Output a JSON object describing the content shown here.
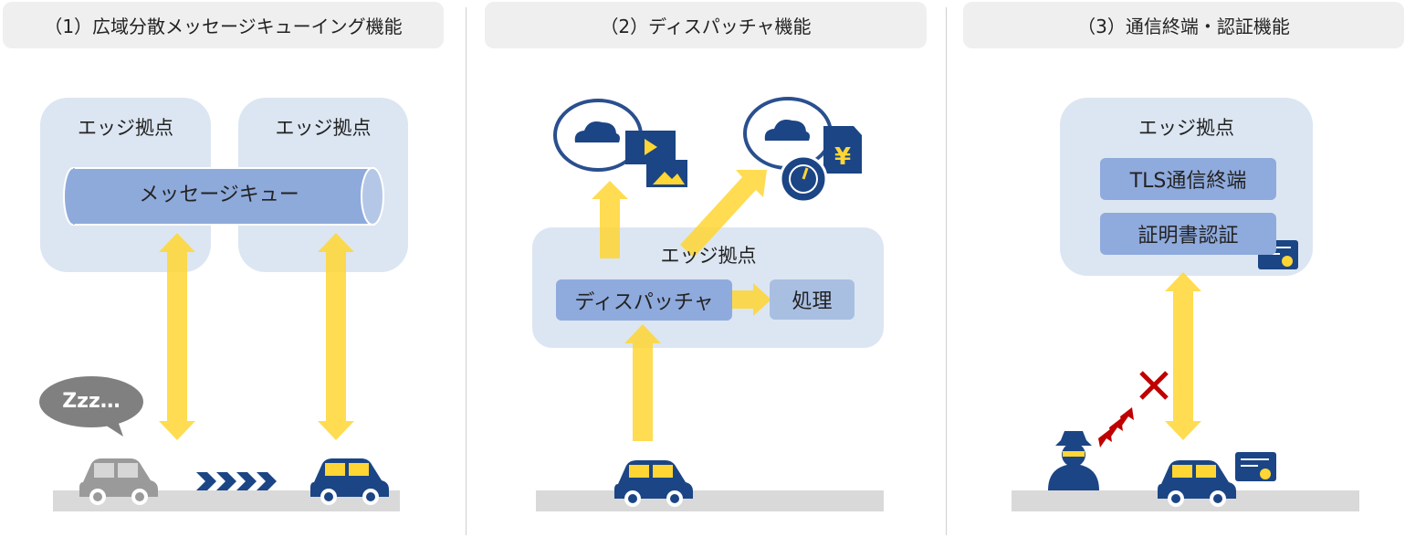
{
  "sections": [
    {
      "title": "（1）広域分散メッセージキューイング機能",
      "edge_labels": [
        "エッジ拠点",
        "エッジ拠点"
      ],
      "queue_label": "メッセージキュー",
      "bubble_text": "Zzz…"
    },
    {
      "title": "（2）ディスパッチャ機能",
      "edge_label": "エッジ拠点",
      "dispatcher_label": "ディスパッチャ",
      "process_label": "処理"
    },
    {
      "title": "（3）通信終端・認証機能",
      "edge_label": "エッジ拠点",
      "tls_label": "TLS通信終端",
      "cert_label": "証明書認証"
    }
  ],
  "colors": {
    "navy": "#1b4585",
    "yellow": "#ffd633",
    "panel": "#dce6f2",
    "box": "#8faadc",
    "red": "#c00000"
  }
}
